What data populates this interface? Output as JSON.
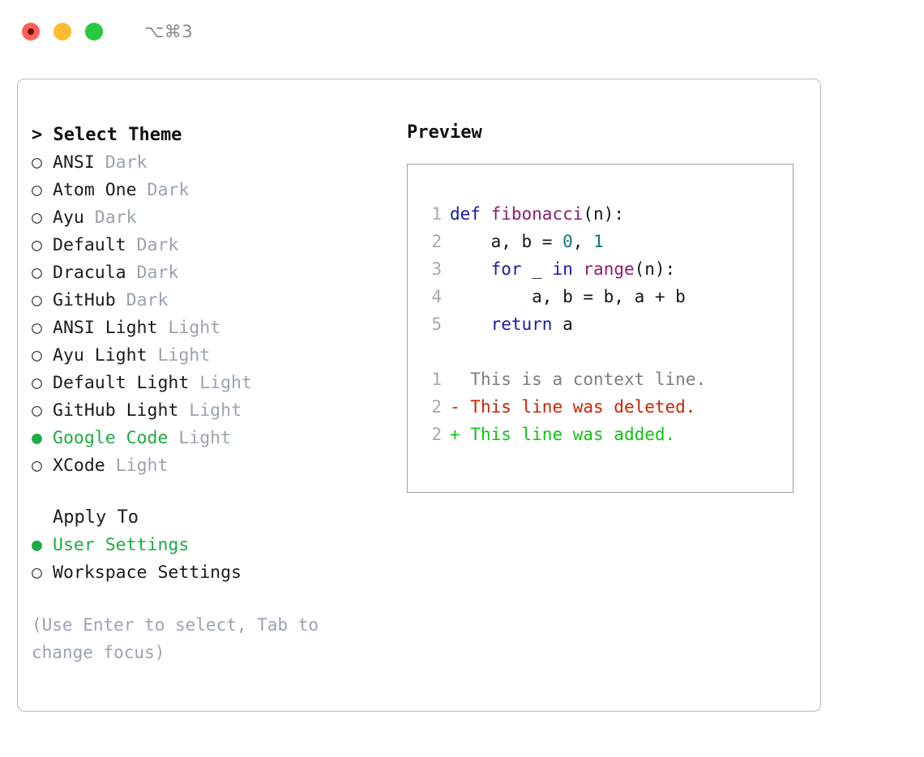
{
  "titlebar": {
    "shortcut": "⌥⌘3",
    "lights": [
      "close-button",
      "minimize-button",
      "maximize-button"
    ]
  },
  "theme_selector": {
    "header": "> Select Theme",
    "marker_unselected": "○",
    "marker_selected": "●",
    "items": [
      {
        "marker": "○",
        "name": "ANSI",
        "category": "Dark",
        "selected": false
      },
      {
        "marker": "○",
        "name": "Atom One",
        "category": "Dark",
        "selected": false
      },
      {
        "marker": "○",
        "name": "Ayu",
        "category": "Dark",
        "selected": false
      },
      {
        "marker": "○",
        "name": "Default",
        "category": "Dark",
        "selected": false
      },
      {
        "marker": "○",
        "name": "Dracula",
        "category": "Dark",
        "selected": false
      },
      {
        "marker": "○",
        "name": "GitHub",
        "category": "Dark",
        "selected": false
      },
      {
        "marker": "○",
        "name": "ANSI Light",
        "category": "Light",
        "selected": false
      },
      {
        "marker": "○",
        "name": "Ayu Light",
        "category": "Light",
        "selected": false
      },
      {
        "marker": "○",
        "name": "Default Light",
        "category": "Light",
        "selected": false
      },
      {
        "marker": "○",
        "name": "GitHub Light",
        "category": "Light",
        "selected": false
      },
      {
        "marker": "●",
        "name": "Google Code",
        "category": "Light",
        "selected": true
      },
      {
        "marker": "○",
        "name": "XCode",
        "category": "Light",
        "selected": false
      }
    ]
  },
  "apply_to": {
    "header": "Apply To",
    "items": [
      {
        "marker": "●",
        "name": "User Settings",
        "selected": true
      },
      {
        "marker": "○",
        "name": "Workspace Settings",
        "selected": false
      }
    ]
  },
  "hint": "(Use Enter to select, Tab to change focus)",
  "preview": {
    "title": "Preview",
    "code_lines": [
      {
        "number": "1",
        "tokens": [
          {
            "t": "def",
            "c": "kw"
          },
          {
            "t": " ",
            "c": "pl"
          },
          {
            "t": "fibonacci",
            "c": "fn"
          },
          {
            "t": "(n):",
            "c": "pl"
          }
        ]
      },
      {
        "number": "2",
        "tokens": [
          {
            "t": "    a, b = ",
            "c": "pl"
          },
          {
            "t": "0",
            "c": "num"
          },
          {
            "t": ", ",
            "c": "pl"
          },
          {
            "t": "1",
            "c": "num"
          }
        ]
      },
      {
        "number": "3",
        "tokens": [
          {
            "t": "    ",
            "c": "pl"
          },
          {
            "t": "for",
            "c": "kw"
          },
          {
            "t": " _ ",
            "c": "pl"
          },
          {
            "t": "in",
            "c": "kw"
          },
          {
            "t": " ",
            "c": "pl"
          },
          {
            "t": "range",
            "c": "fn"
          },
          {
            "t": "(n):",
            "c": "pl"
          }
        ]
      },
      {
        "number": "4",
        "tokens": [
          {
            "t": "        a, b = b, a + b",
            "c": "pl"
          }
        ]
      },
      {
        "number": "5",
        "tokens": [
          {
            "t": "    ",
            "c": "pl"
          },
          {
            "t": "return",
            "c": "kw"
          },
          {
            "t": " a",
            "c": "pl"
          }
        ]
      }
    ],
    "diff_lines": [
      {
        "number": "1",
        "marker": " ",
        "text": " This is a context line.",
        "kind": "ctx"
      },
      {
        "number": "2",
        "marker": "-",
        "text": " This line was deleted.",
        "kind": "del"
      },
      {
        "number": "2",
        "marker": "+",
        "text": " This line was added.",
        "kind": "add"
      }
    ]
  },
  "colors": {
    "selection_green": "#1eaa46",
    "diff_added": "#10c410",
    "diff_deleted": "#cc2200",
    "diff_context": "#7e7e7e",
    "keyword": "#1a1aa8",
    "function": "#8e1b73",
    "number": "#0b7a73",
    "plain": "#151515",
    "muted": "#9aa3b0",
    "border": "#b3bbc7",
    "light_red": "#ff5f57",
    "light_yellow": "#febc2e",
    "light_green": "#28c840"
  }
}
